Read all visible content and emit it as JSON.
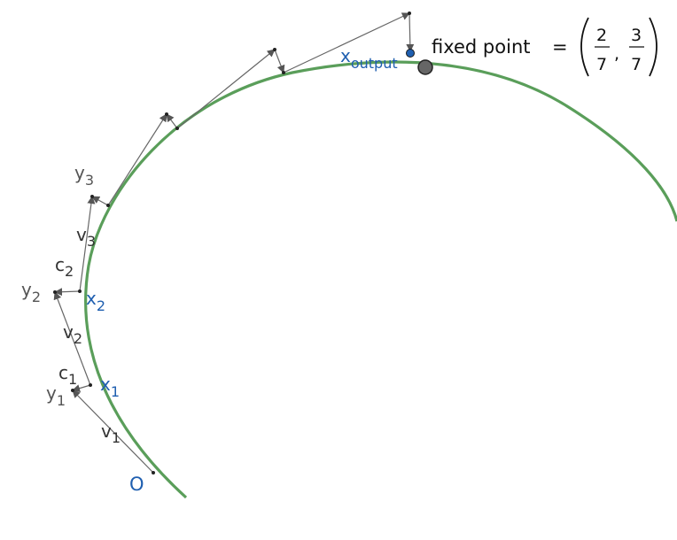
{
  "labels": {
    "origin": "O",
    "x1": "x",
    "x1_sub": "1",
    "x2": "x",
    "x2_sub": "2",
    "x_output": "x",
    "x_output_sub": "output",
    "y1": "y",
    "y1_sub": "1",
    "y2": "y",
    "y2_sub": "2",
    "y3": "y",
    "y3_sub": "3",
    "v1": "v",
    "v1_sub": "1",
    "v2": "v",
    "v2_sub": "2",
    "v3": "v",
    "v3_sub": "3",
    "c1": "c",
    "c1_sub": "1",
    "c2": "c",
    "c2_sub": "2"
  },
  "fixed_point": {
    "text": "fixed point",
    "equals": "=",
    "x_num": "2",
    "x_den": "7",
    "y_num": "3",
    "y_den": "7",
    "comma": ","
  },
  "colors": {
    "curve": "#5a9e5a",
    "arrow": "#555555",
    "label_blue": "#1f5fb0",
    "output_point": "#1f5fb0",
    "fixed_point_fill": "#666666"
  }
}
